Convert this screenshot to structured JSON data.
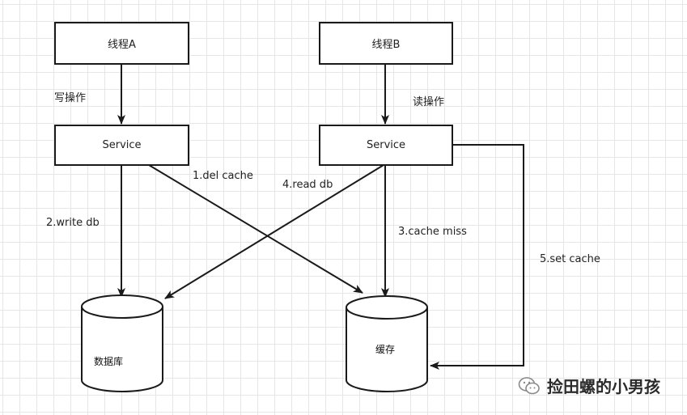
{
  "nodes": {
    "thread_a": "线程A",
    "thread_b": "线程B",
    "service_a": "Service",
    "service_b": "Service",
    "database": "数据库",
    "cache": "缓存"
  },
  "edge_labels": {
    "write_op": "写操作",
    "read_op": "读操作",
    "del_cache": "1.del cache",
    "write_db": "2.write db",
    "cache_miss": "3.cache miss",
    "read_db": "4.read db",
    "set_cache": "5.set cache"
  },
  "watermark": {
    "text": "捡田螺的小男孩",
    "icon": "wechat-icon"
  },
  "colors": {
    "line": "#1a1a1a",
    "grid": "#e6e6e6"
  }
}
